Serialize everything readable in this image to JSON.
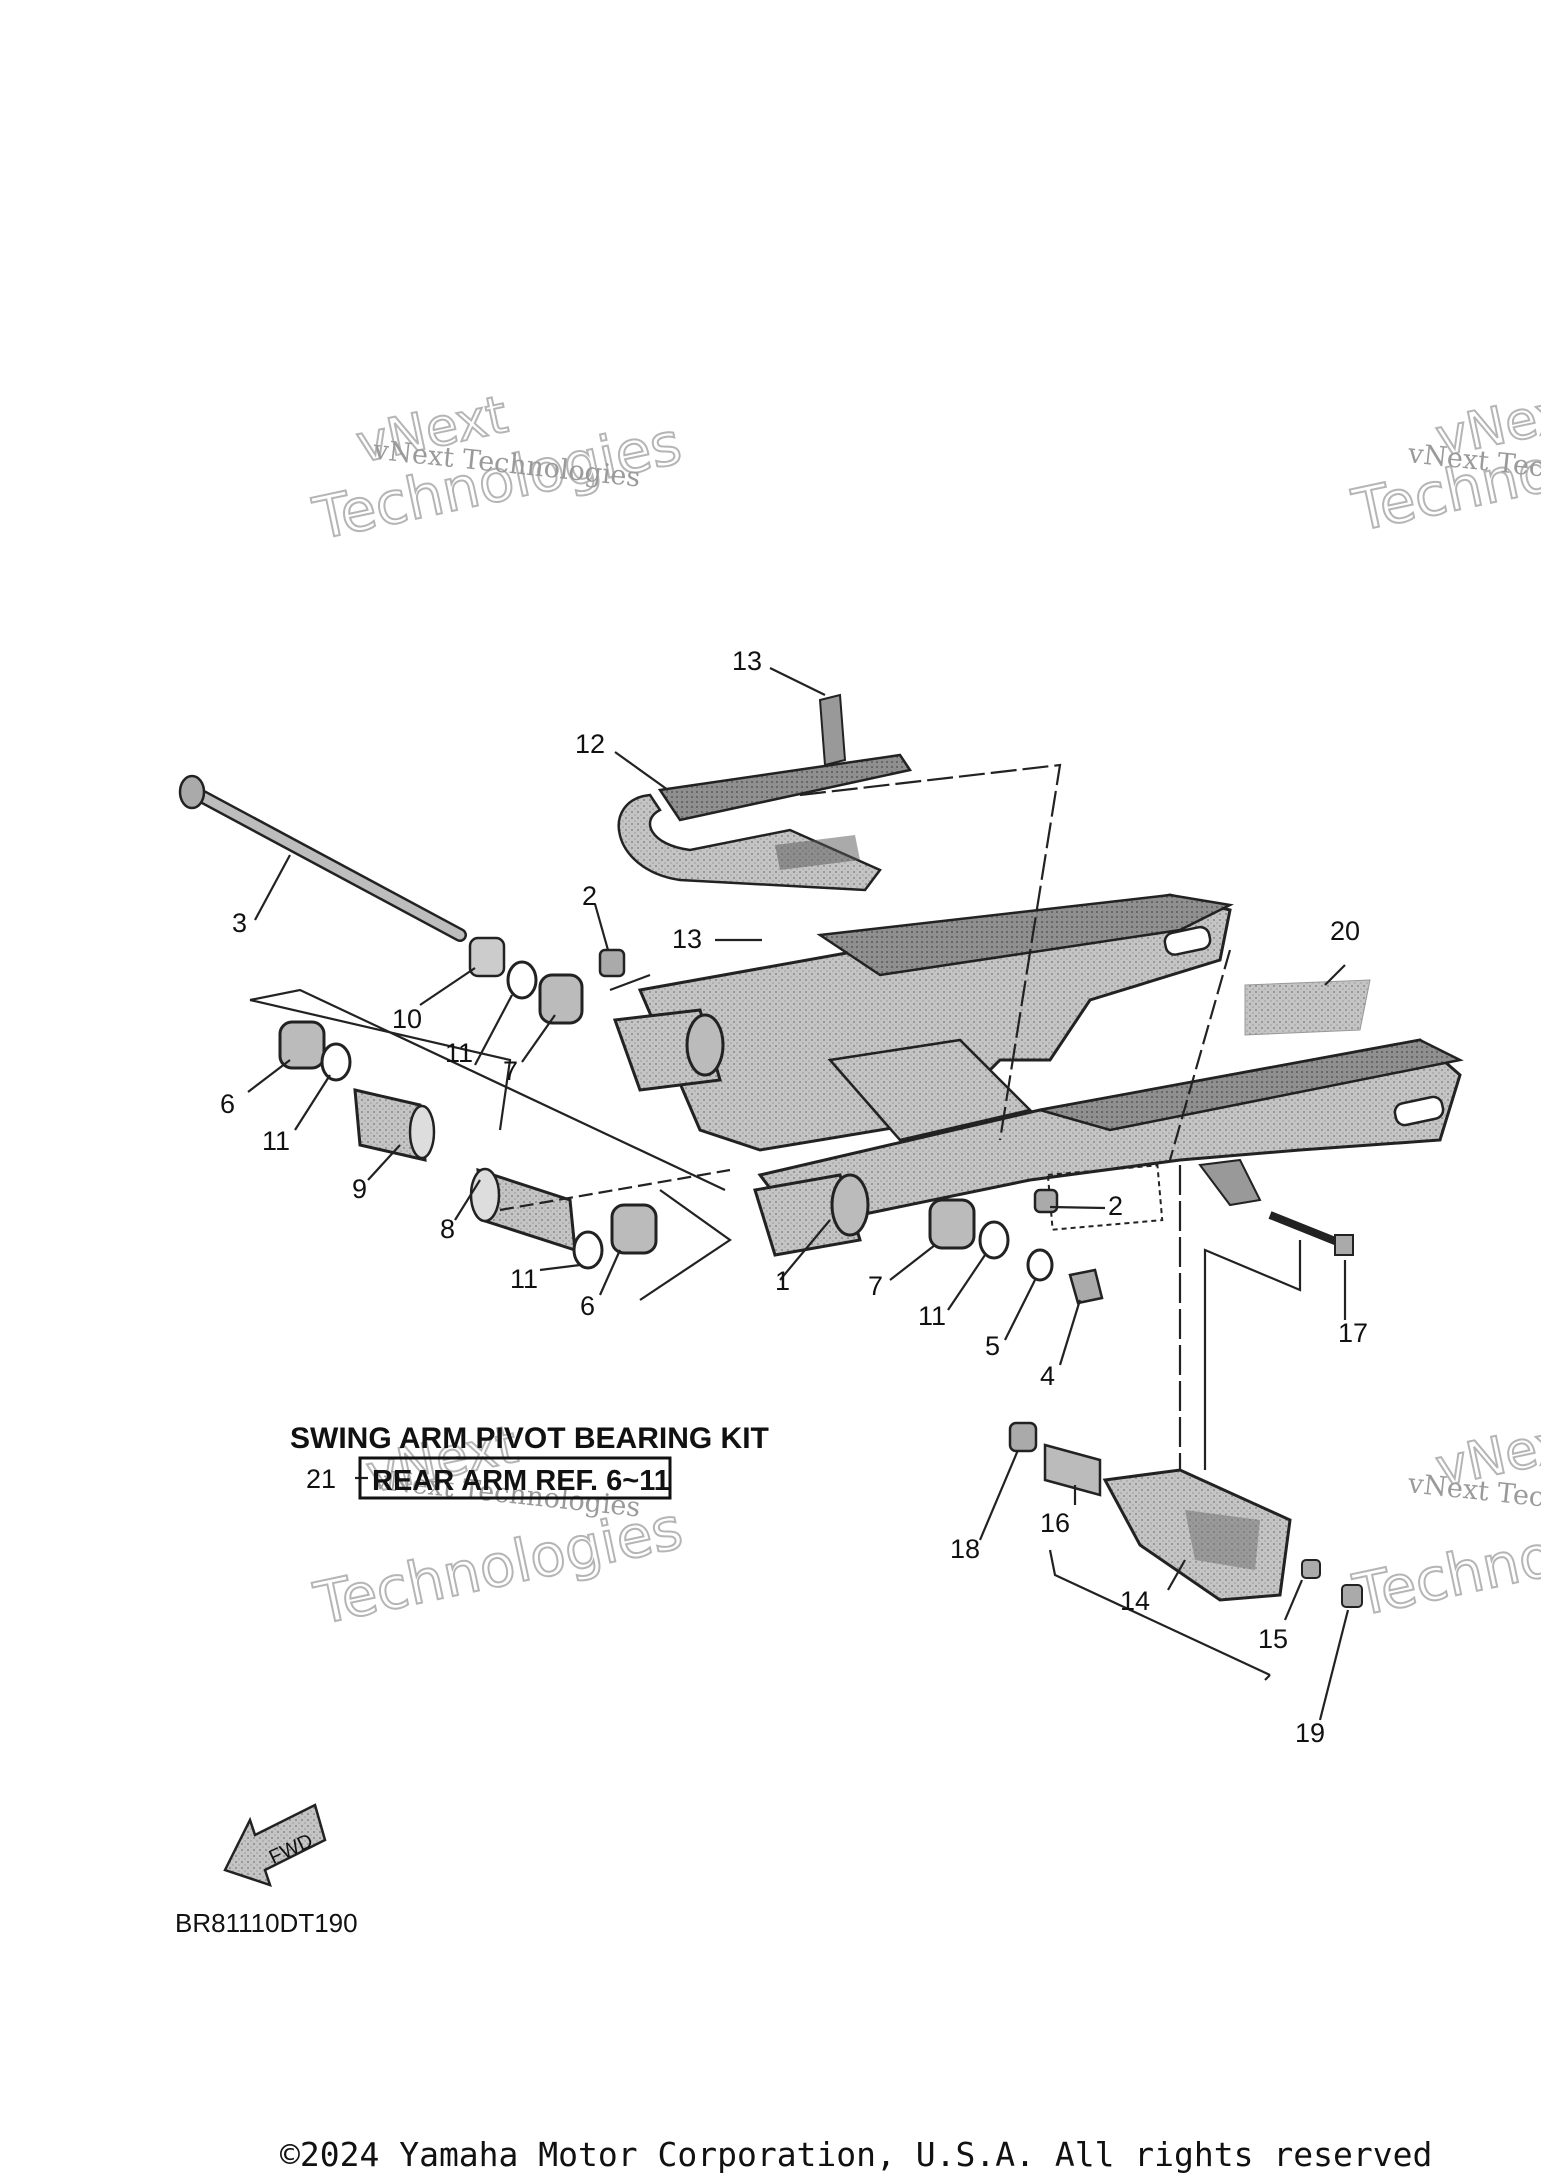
{
  "diagram": {
    "callouts": [
      "1",
      "2",
      "2",
      "3",
      "4",
      "5",
      "6",
      "6",
      "7",
      "7",
      "8",
      "9",
      "10",
      "11",
      "11",
      "11",
      "11",
      "12",
      "13",
      "13",
      "14",
      "15",
      "16",
      "17",
      "18",
      "19",
      "20"
    ],
    "kit": {
      "title": "SWING ARM PIVOT BEARING KIT",
      "ref_number": "21",
      "ref_text": "REAR ARM REF. 6~11"
    },
    "direction_label": "FWD",
    "diagram_code": "BR81110DT190",
    "watermark": {
      "small": "vNext Technologies",
      "big_line1": "vNext",
      "big_line2": "Technologies"
    }
  },
  "footer": {
    "copyright": "©2024 Yamaha Motor Corporation, U.S.A. All rights reserved"
  },
  "colors": {
    "part_fill": "#b8b8b8",
    "part_dark": "#7d7d7d",
    "line": "#222222"
  }
}
